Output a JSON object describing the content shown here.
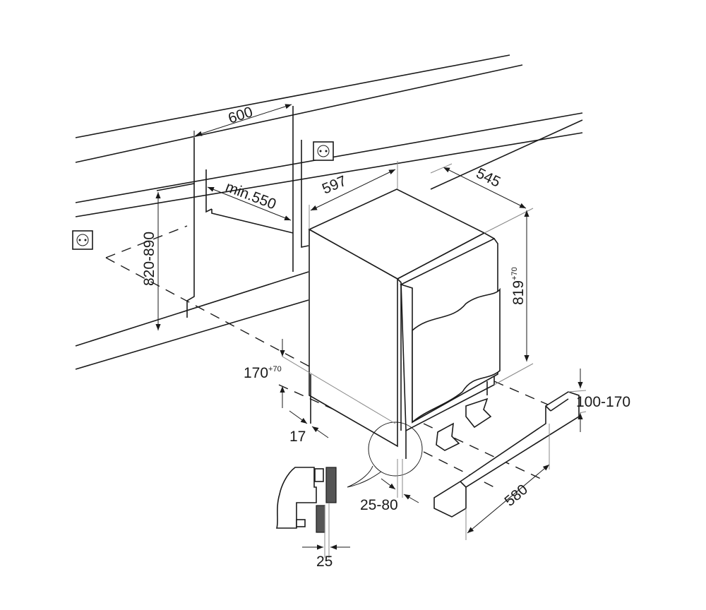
{
  "dimensions": {
    "niche_width": "600",
    "niche_depth_min": "min.550",
    "appliance_width": "597",
    "appliance_depth": "545",
    "appliance_height": "819",
    "appliance_height_tolerance": "+70",
    "niche_height": "820-890",
    "plinth_height": "170",
    "plinth_height_tolerance": "+70",
    "side_offset": "17",
    "kickboard_height": "100-170",
    "kickboard_length": "580",
    "door_offset": "25-80",
    "door_thickness": "25"
  }
}
